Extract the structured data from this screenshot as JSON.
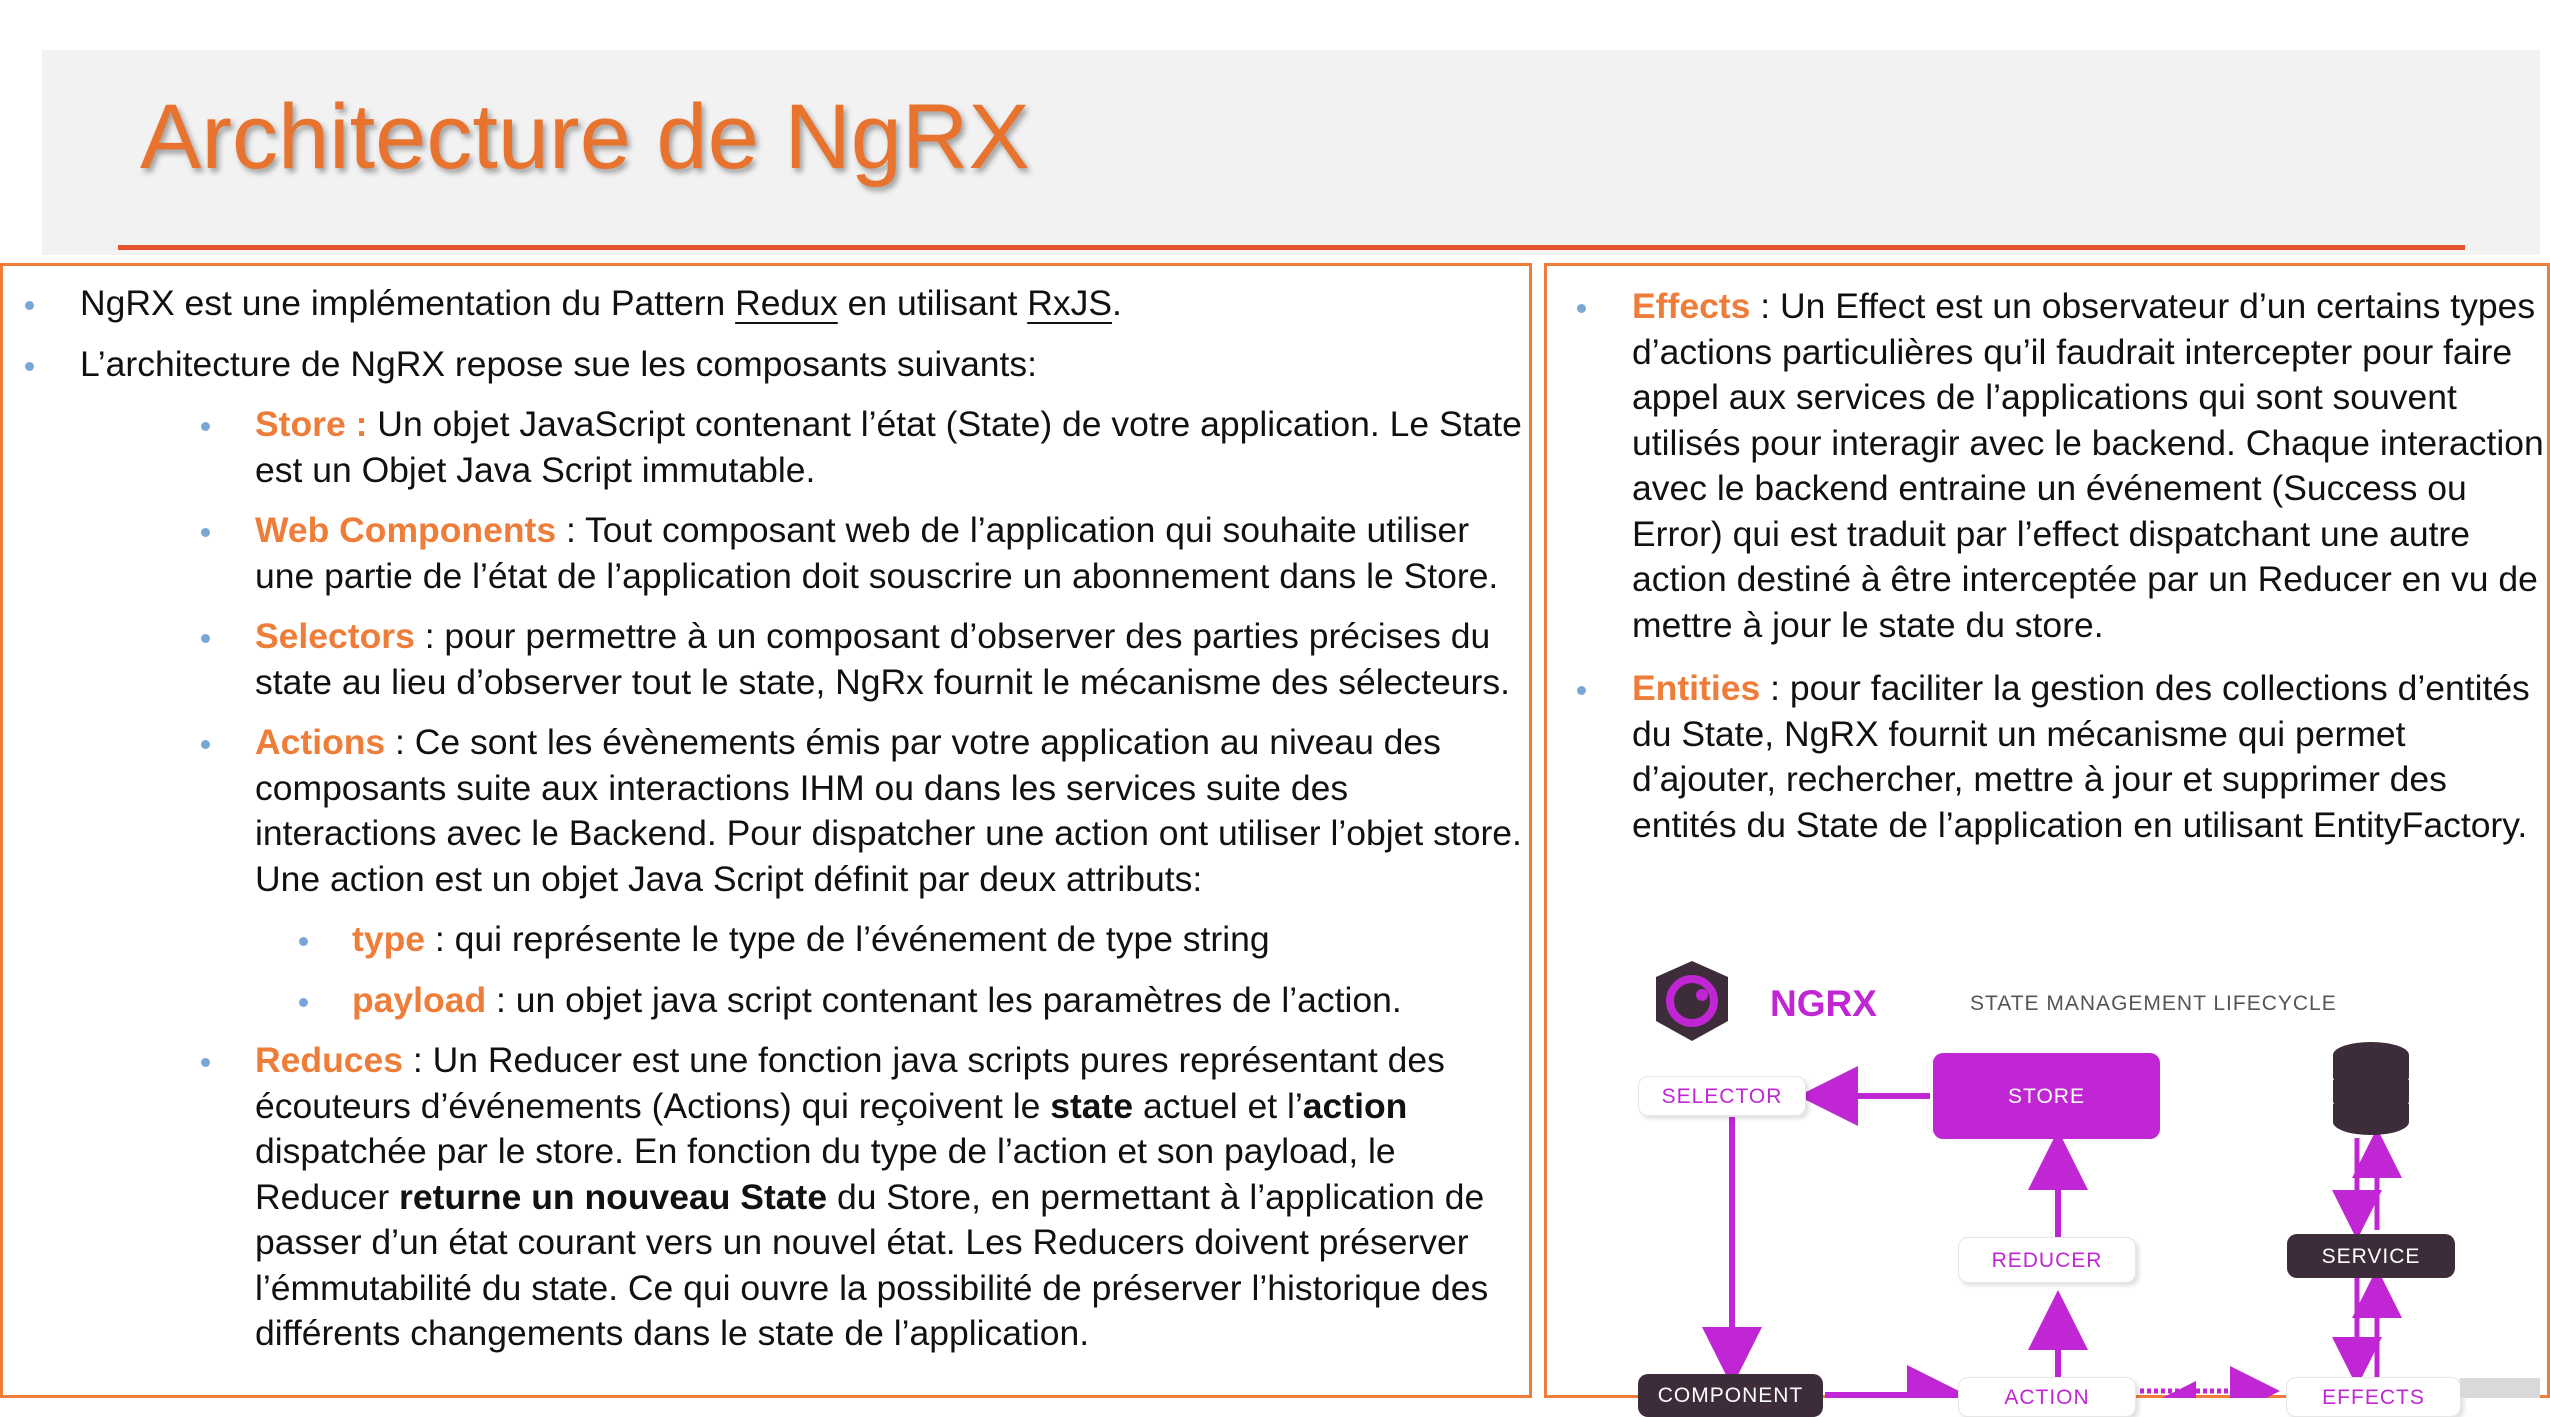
{
  "title": "Architecture de NgRX",
  "left": {
    "intro": {
      "pre": "NgRX est une implémentation du Pattern ",
      "redux": "Redux",
      "mid": " en utilisant ",
      "rxjs": "RxJS",
      "post": "."
    },
    "arch": "L’architecture de NgRX repose sue les composants suivants:",
    "store": {
      "kw": "Store :",
      "text": " Un objet JavaScript contenant l’état (State) de votre application. Le State est un Objet Java Script immutable."
    },
    "web": {
      "kw": "Web Components",
      "text": " : Tout composant web de l’application qui souhaite utiliser une partie de l’état de l’application doit souscrire un abonnement dans le Store."
    },
    "selectors": {
      "kw": "Selectors",
      "text": " : pour permettre à un composant d’observer des parties précises du state au lieu d’observer tout le state, NgRx fournit le mécanisme des sélecteurs."
    },
    "actions": {
      "kw": "Actions",
      "text": " : Ce sont les évènements émis par votre application au niveau des composants suite aux interactions IHM ou dans les services suite des interactions avec le Backend. Pour dispatcher une action ont utiliser l’objet store. Une action est un objet Java Script définit par deux attributs:"
    },
    "type": {
      "kw": "type",
      "text": " : qui représente le type de l’événement de type string"
    },
    "payload": {
      "kw": "payload",
      "text": " : un objet java script contenant les paramètres de l’action."
    },
    "reduces": {
      "kw": "Reduces",
      "t1": " : Un Reducer est une fonction java scripts pures représentant des écouteurs d’événements (Actions) qui reçoivent le ",
      "b1": "state",
      "t2": " actuel et l’",
      "b2": "action",
      "t3": " dispatchée par le store. En fonction du type de l’action et son payload, le Reducer ",
      "b3": "returne un nouveau State",
      "t4": " du Store, en permettant à l’application de passer d’un état courant vers un nouvel état. Les Reducers doivent préserver l’émmutabilité du state. Ce qui ouvre la possibilité de préserver l’historique des différents changements dans le state de l’application."
    }
  },
  "right": {
    "effects": {
      "kw": "Effects",
      "text": " : Un Effect est un observateur d’un certains types d’actions particulières qu’il faudrait intercepter pour faire appel aux services de l’applications qui sont souvent utilisés pour interagir avec le backend. Chaque interaction avec le backend entraine un événement (Success ou Error) qui est traduit par l’effect dispatchant une autre action destiné à être interceptée par un Reducer en vu de mettre à jour le state du store."
    },
    "entities": {
      "kw": "Entities",
      "text": " : pour faciliter la gestion des collections d’entités du State, NgRX fournit un mécanisme qui permet d’ajouter, rechercher, mettre à jour et supprimer des entités du State de l’application en utilisant EntityFactory."
    }
  },
  "diagram": {
    "logo": "NGRX",
    "subtitle": "STATE MANAGEMENT LIFECYCLE",
    "selector": "SELECTOR",
    "store": "STORE",
    "reducer": "REDUCER",
    "service": "SERVICE",
    "component": "COMPONENT",
    "action": "ACTION",
    "effects": "EFFECTS"
  },
  "colors": {
    "accent": "#ee7d3a",
    "title_rule": "#e3542b",
    "ngrx": "#c026d3",
    "dark_node": "#3d2c3a",
    "bullet": "#7aa6d6"
  }
}
